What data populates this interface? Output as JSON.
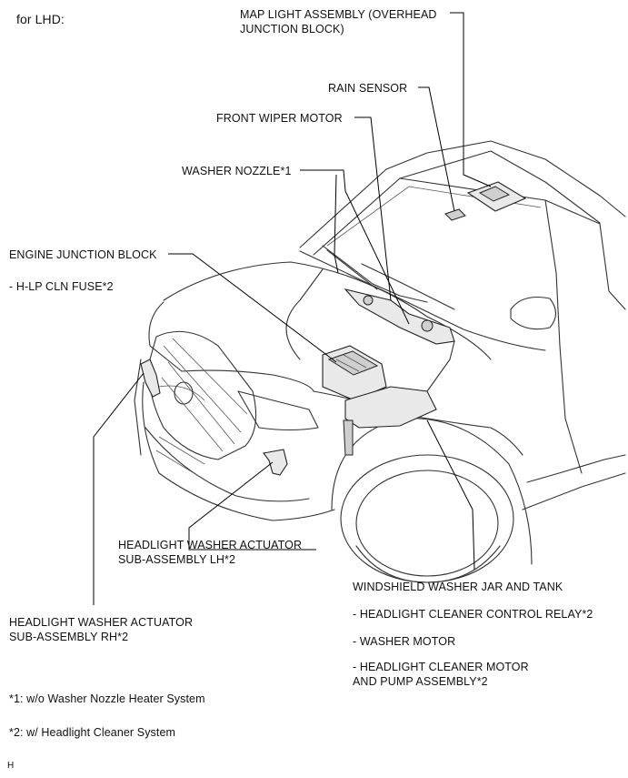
{
  "header": "for LHD:",
  "labels": {
    "map_light": [
      "MAP LIGHT ASSEMBLY (OVERHEAD",
      "JUNCTION BLOCK)"
    ],
    "rain_sensor": "RAIN SENSOR",
    "front_wiper_motor": "FRONT WIPER MOTOR",
    "washer_nozzle": "WASHER NOZZLE*1",
    "engine_junction_block": "ENGINE JUNCTION BLOCK",
    "hlp_cln_fuse": "- H-LP CLN FUSE*2",
    "hl_washer_lh": [
      "HEADLIGHT WASHER ACTUATOR",
      "SUB-ASSEMBLY LH*2"
    ],
    "washer_jar": "WINDSHIELD WASHER JAR AND TANK",
    "hl_cleaner_relay": "- HEADLIGHT CLEANER CONTROL RELAY*2",
    "washer_motor": "- WASHER MOTOR",
    "hl_cleaner_motor": [
      "- HEADLIGHT CLEANER MOTOR",
      "AND PUMP ASSEMBLY*2"
    ],
    "hl_washer_rh": [
      "HEADLIGHT WASHER ACTUATOR",
      "SUB-ASSEMBLY RH*2"
    ]
  },
  "footnotes": {
    "note1": "*1: w/o Washer Nozzle Heater System",
    "note2": "*2: w/ Headlight Cleaner System"
  },
  "corner_mark": "H"
}
